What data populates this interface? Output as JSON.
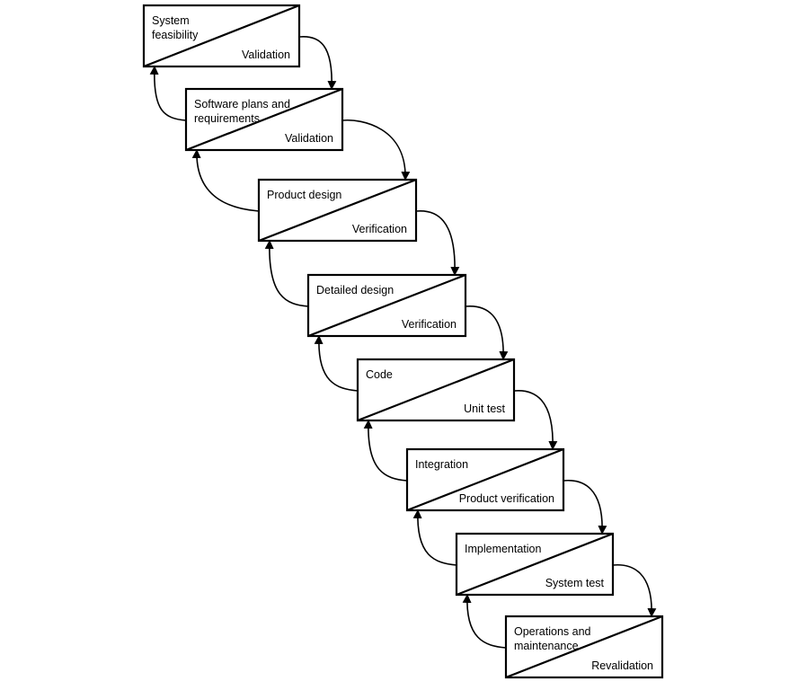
{
  "diagram": {
    "stages": [
      {
        "top_label": [
          "System",
          "feasibility"
        ],
        "bottom_label": "Validation"
      },
      {
        "top_label": [
          "Software plans and",
          "requirements"
        ],
        "bottom_label": "Validation"
      },
      {
        "top_label": [
          "Product design"
        ],
        "bottom_label": "Verification"
      },
      {
        "top_label": [
          "Detailed design"
        ],
        "bottom_label": "Verification"
      },
      {
        "top_label": [
          "Code"
        ],
        "bottom_label": "Unit test"
      },
      {
        "top_label": [
          "Integration"
        ],
        "bottom_label": "Product verification"
      },
      {
        "top_label": [
          "Implementation"
        ],
        "bottom_label": "System test"
      },
      {
        "top_label": [
          "Operations and",
          "maintenance"
        ],
        "bottom_label": "Revalidation"
      }
    ],
    "colors": {
      "line": "#000000",
      "background": "#ffffff"
    }
  }
}
